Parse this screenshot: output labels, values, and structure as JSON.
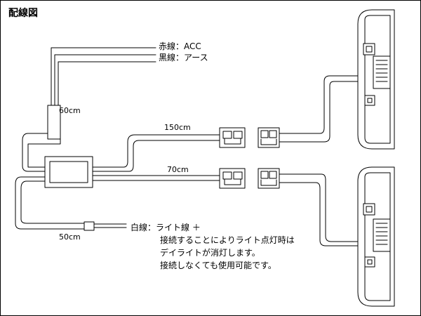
{
  "title": "配線図",
  "wires": {
    "red": "赤線：ACC",
    "black": "黒線：アース",
    "white": "白線：ライト線 ＋"
  },
  "lengths": {
    "l60": "60cm",
    "l150": "150cm",
    "l70": "70cm",
    "l50": "50cm"
  },
  "note_lines": [
    "接続することによりライト点灯時は",
    "デイライトが消灯します。",
    "接続しなくても使用可能です。"
  ]
}
